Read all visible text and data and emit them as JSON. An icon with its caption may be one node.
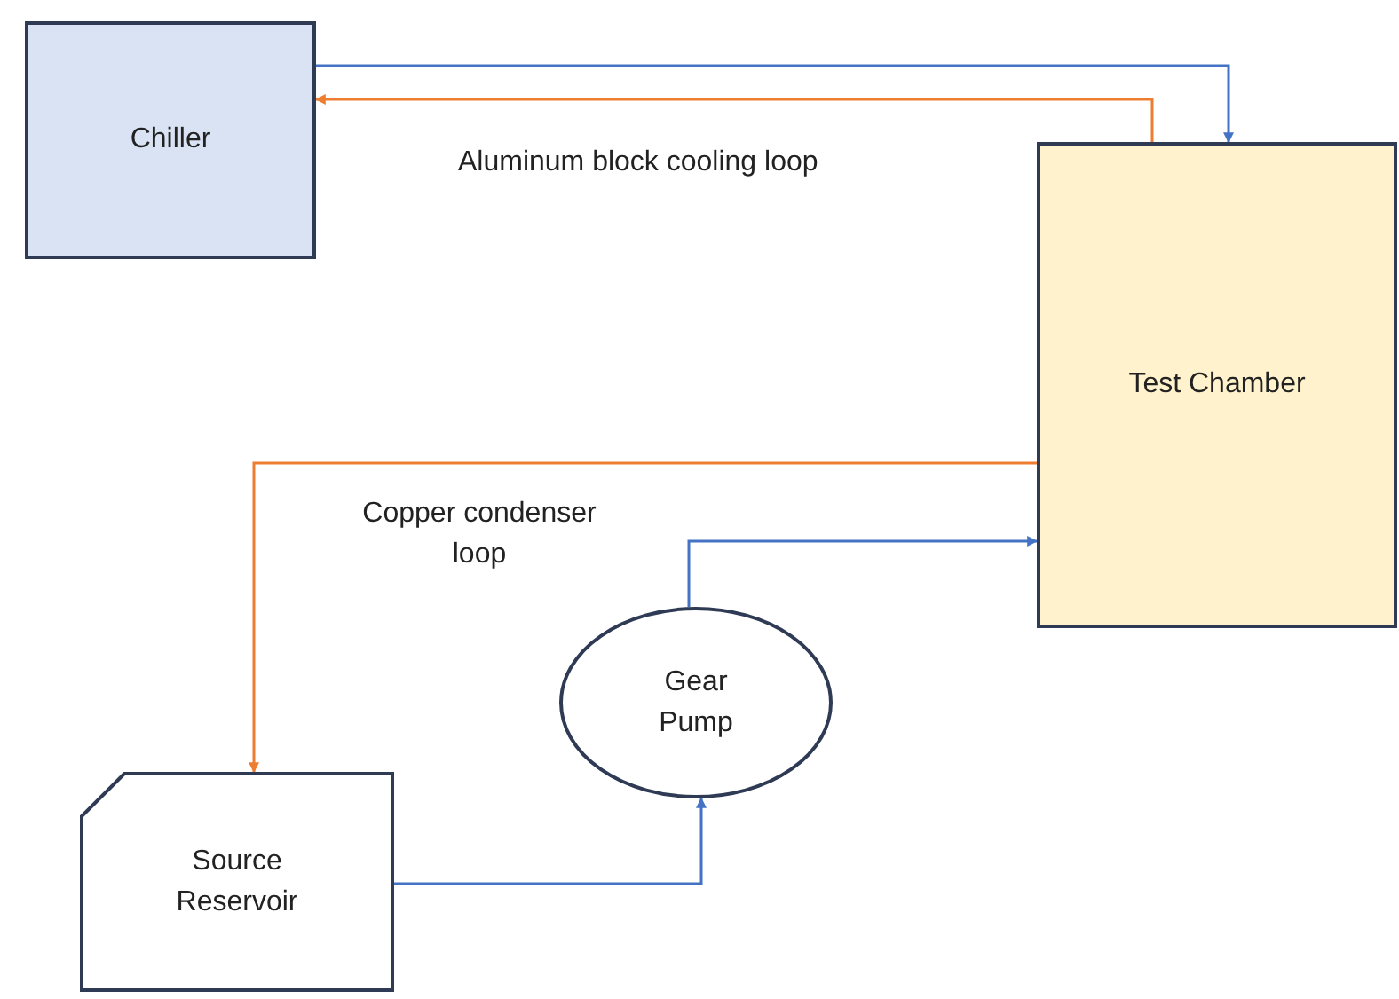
{
  "diagram": {
    "nodes": [
      {
        "text": [
          "Chiller"
        ]
      },
      {
        "text": [
          "Test Chamber"
        ]
      },
      {
        "text": [
          "Gear Pump"
        ]
      },
      {
        "text": [
          "Source Reservoir"
        ]
      }
    ],
    "edges": [
      {
        "from": 0,
        "to": 1,
        "arrow": "to",
        "color": "#4472c4"
      },
      {
        "from": 1,
        "to": 0,
        "arrow": "to",
        "color": "#ed7d31"
      },
      {
        "from": 1,
        "to": 3,
        "arrow": "to",
        "color": "#ed7d31"
      },
      {
        "from": 3,
        "to": 2,
        "arrow": "to",
        "color": "#4472c4"
      },
      {
        "from": 2,
        "to": 1,
        "arrow": "to",
        "color": "#4472c4"
      }
    ],
    "labels": [
      "Aluminum block cooling loop",
      "Copper condenser loop"
    ]
  }
}
